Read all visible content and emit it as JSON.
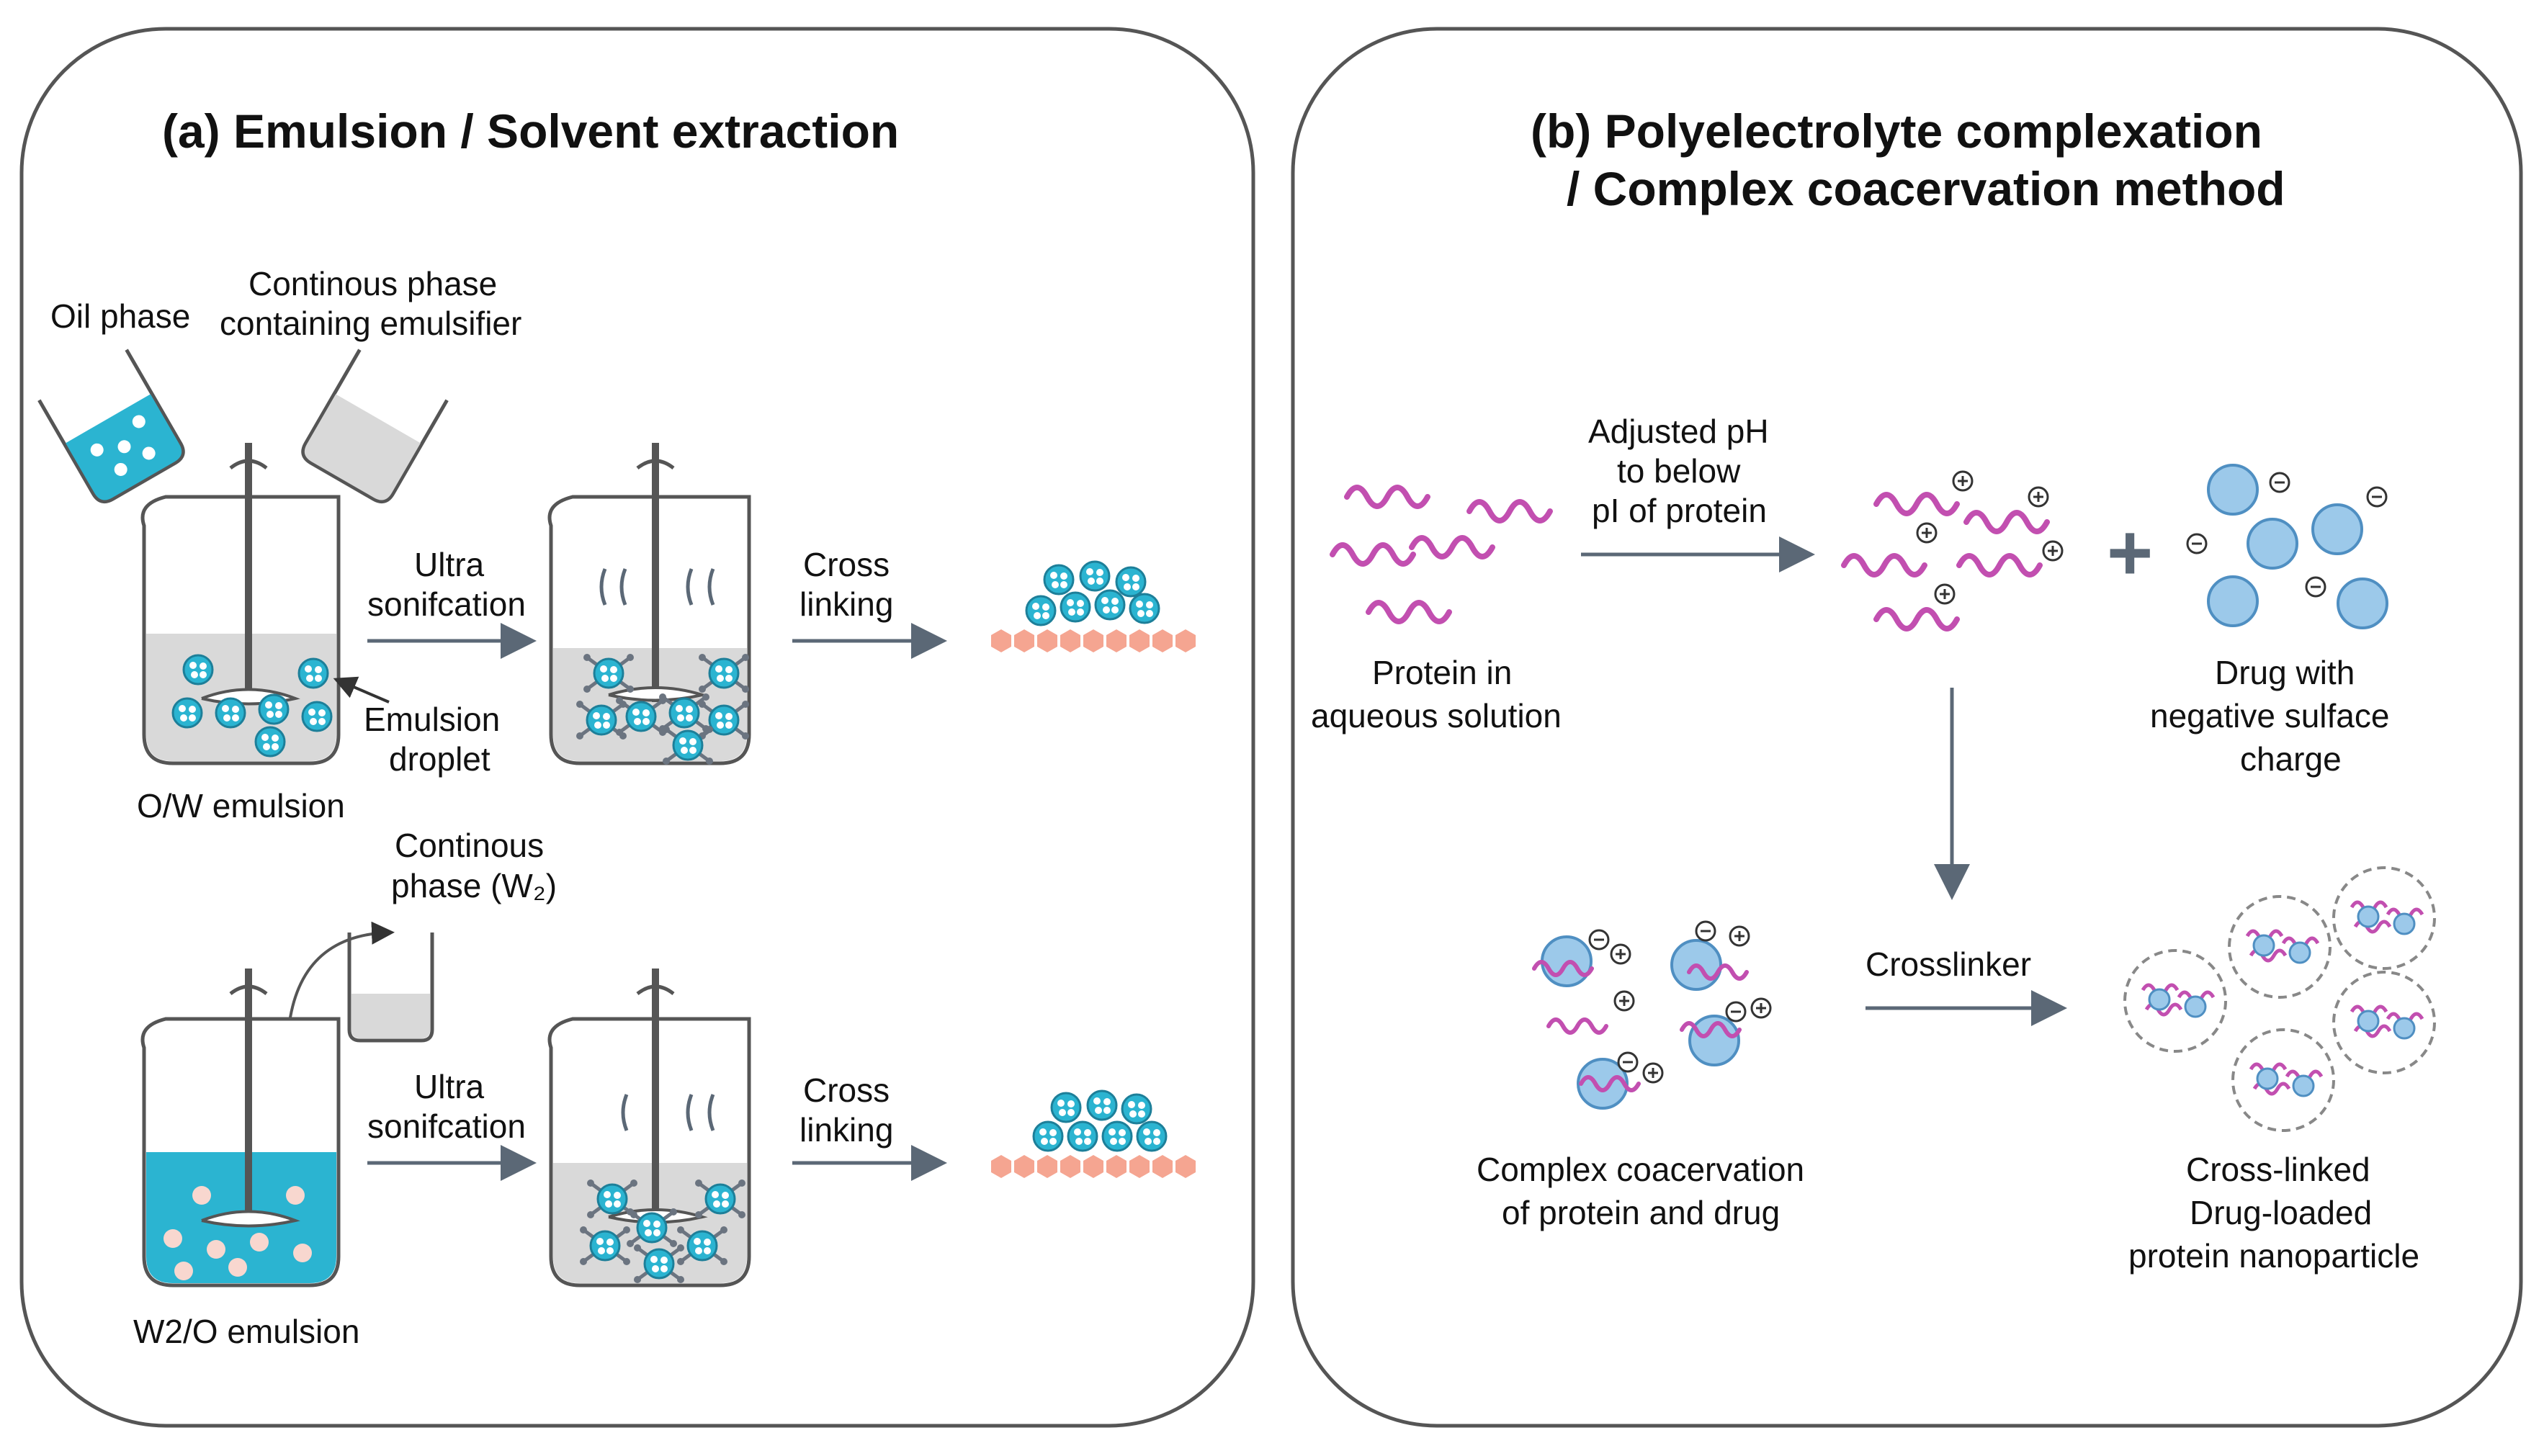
{
  "colors": {
    "panel_border": "#555555",
    "arrow": "#5b6876",
    "cyan": "#2bb4d1",
    "droplet_ring": "#2b8fb0",
    "protein": "#c24fb0",
    "drug": "#9cc9ea",
    "drug_edge": "#4f8fc2",
    "salmon": "#f5a591",
    "liquid_gray": "#d9d9d9",
    "beaker_edge": "#555555"
  },
  "panel_a": {
    "title": "(a) Emulsion / Solvent extraction",
    "oil_phase": "Oil phase",
    "continuous_1": "Continous phase",
    "continuous_2": "containing emulsifier",
    "ultra_1": "Ultra",
    "sonif_1": "sonifcation",
    "cross_1": "Cross",
    "linking_1": "linking",
    "emulsion_1": "Emulsion",
    "droplet_1": "droplet",
    "ow": "O/W emulsion",
    "continuous_w2_1": "Continous",
    "continuous_w2_2": "phase (W₂)",
    "ultra_2": "Ultra",
    "sonif_2": "sonifcation",
    "cross_2": "Cross",
    "linking_2": "linking",
    "w2o": "W2/O emulsion"
  },
  "panel_b": {
    "title_1": "(b) Polyelectrolyte complexation",
    "title_2": "/ Complex coacervation method",
    "adjusted_1": "Adjusted pH",
    "adjusted_2": "to below",
    "adjusted_3": "pI of protein",
    "protein_1": "Protein in",
    "protein_2": "aqueous solution",
    "drug_1": "Drug with",
    "drug_2": "negative sulface",
    "drug_3": "charge",
    "plus": "+",
    "crosslinker": "Crosslinker",
    "complex_1": "Complex coacervation",
    "complex_2": "of protein and drug",
    "crosslinked_1": "Cross-linked",
    "crosslinked_2": "Drug-loaded",
    "crosslinked_3": "protein nanoparticle"
  }
}
